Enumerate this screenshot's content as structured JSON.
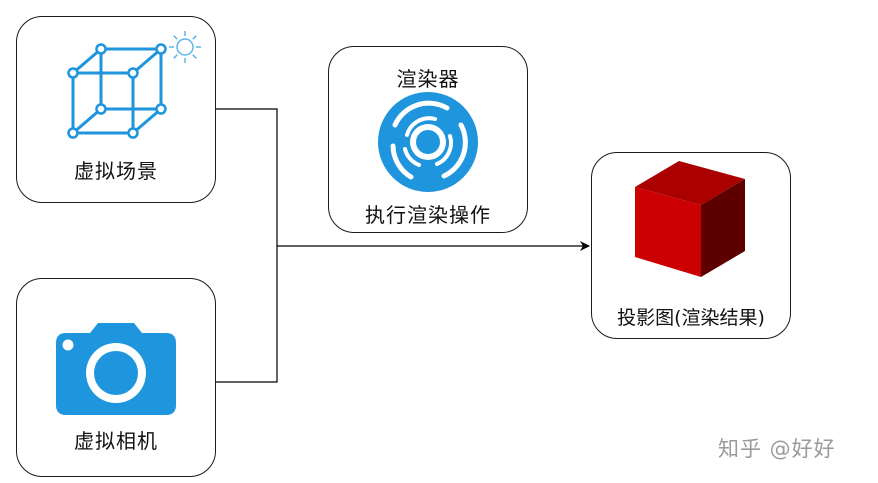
{
  "nodes": {
    "scene": {
      "label": "虚拟场景"
    },
    "camera": {
      "label": "虚拟相机"
    },
    "renderer": {
      "title": "渲染器",
      "action": "执行渲染操作"
    },
    "result": {
      "label": "投影图(渲染结果)"
    }
  },
  "colors": {
    "icon_blue": "#1e95dc",
    "cube_front": "#cc0000",
    "cube_top": "#aa0000",
    "cube_side": "#5c0000",
    "border": "#1a1a1a"
  },
  "watermark": "知乎 @好好"
}
